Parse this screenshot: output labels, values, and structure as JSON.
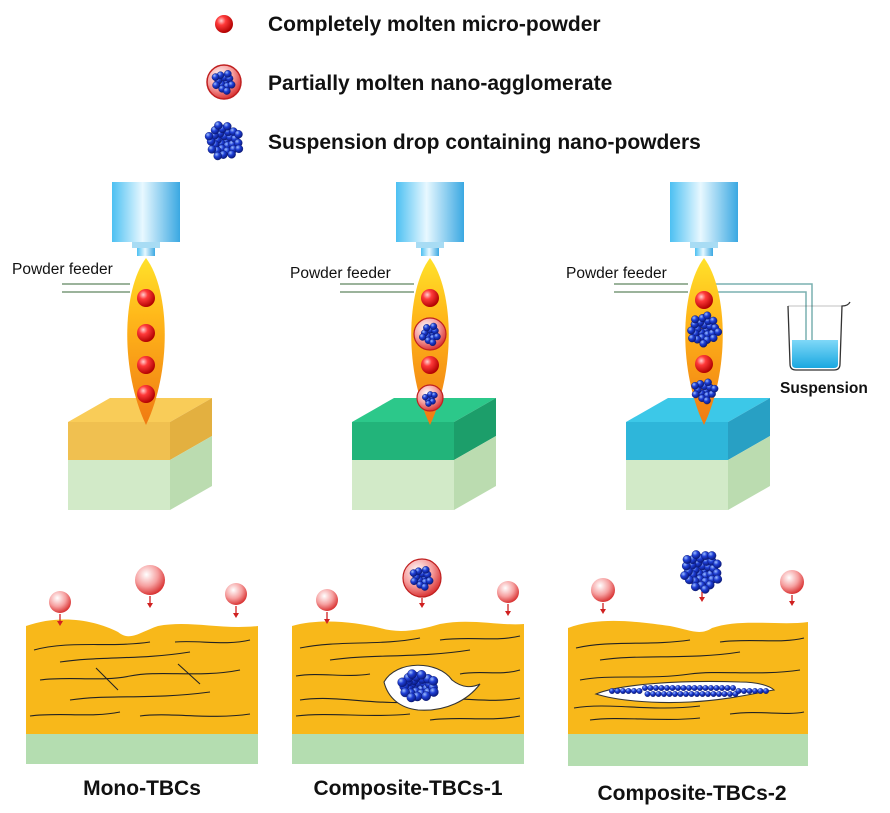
{
  "legend": {
    "molten_micro_powder": "Completely molten micro-powder",
    "molten_nano_agglomerate": "Partially molten nano-agglomerate",
    "suspension_drop": "Suspension drop containing nano-powders"
  },
  "labels": {
    "powder_feeder": "Powder feeder",
    "suspension": "Suspension"
  },
  "panels": [
    {
      "title": "Mono-TBCs",
      "coat_color": "#F9CC58"
    },
    {
      "title": "Composite-TBCs-1",
      "coat_color": "#2CC88A"
    },
    {
      "title": "Composite-TBCs-2",
      "coat_color": "#3CC8E8"
    }
  ],
  "colors": {
    "splat": "#F8B81A",
    "substrate": "#B4DDB0",
    "droplet": "#E80A0A",
    "nano": "#1A36C8",
    "nozzle": "#3FB4EC"
  }
}
